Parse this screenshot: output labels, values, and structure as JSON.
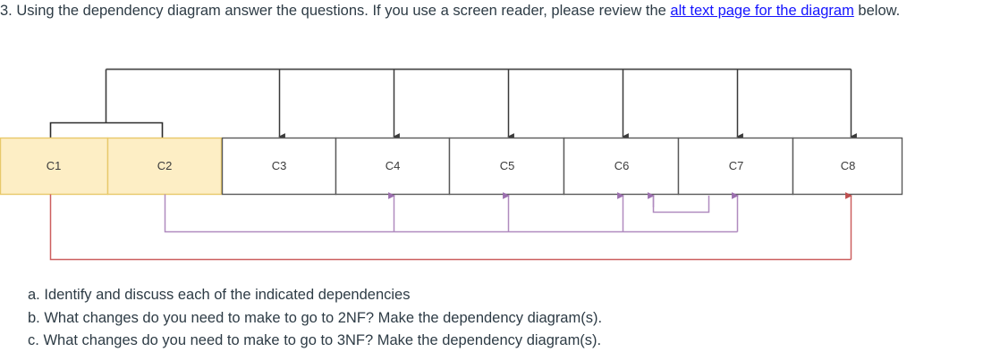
{
  "question": {
    "number": "3.",
    "text_before_link": "Using the dependency diagram answer the questions. If you use a screen reader, please review the ",
    "link_text": "alt text page for the diagram",
    "text_after_link": " below.",
    "link_color": "#1414ff"
  },
  "diagram": {
    "title": "dependency diagram",
    "attributes": [
      {
        "id": "C1",
        "label": "C1",
        "key": true
      },
      {
        "id": "C2",
        "label": "C2",
        "key": true
      },
      {
        "id": "C3",
        "label": "C3",
        "key": false
      },
      {
        "id": "C4",
        "label": "C4",
        "key": false
      },
      {
        "id": "C5",
        "label": "C5",
        "key": false
      },
      {
        "id": "C6",
        "label": "C6",
        "key": false
      },
      {
        "id": "C7",
        "label": "C7",
        "key": false
      },
      {
        "id": "C8",
        "label": "C8",
        "key": false
      }
    ],
    "colors": {
      "key_fill": "#fdeec5",
      "key_border": "#e8c96a",
      "box_border": "#595959",
      "box_fill": "#ffffff",
      "primary_key_arrow": "#3a3a3a",
      "partial_dependency_arrow": "#b08bbf",
      "transitive_dependency_arrow": "#cc5f5f"
    },
    "dependencies": [
      {
        "name": "primary-key-dependency",
        "from": [
          "C1",
          "C2"
        ],
        "to": [
          "C3",
          "C4",
          "C5",
          "C6",
          "C7",
          "C8"
        ],
        "color": "#3a3a3a"
      },
      {
        "name": "partial-dependency",
        "from": [
          "C2"
        ],
        "to": [
          "C4",
          "C5",
          "C6",
          "C7"
        ],
        "color": "#b08bbf"
      },
      {
        "name": "partial-dependency-short",
        "from": [
          "C6"
        ],
        "to": [
          "C7"
        ],
        "color": "#b08bbf"
      },
      {
        "name": "transitive-dependency",
        "from": [
          "C1"
        ],
        "to": [
          "C8"
        ],
        "color": "#cc5f5f"
      }
    ]
  },
  "sub_questions": [
    {
      "letter": "a.",
      "text": "Identify and discuss each of the indicated dependencies"
    },
    {
      "letter": "b.",
      "text": "What changes do you need to make to go to 2NF? Make the dependency diagram(s)."
    },
    {
      "letter": "c.",
      "text": "What changes do you need to make to go to 3NF? Make the dependency diagram(s)."
    }
  ]
}
